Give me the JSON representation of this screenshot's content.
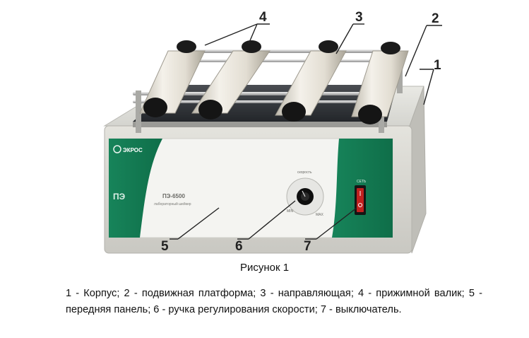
{
  "device": {
    "brand": "ЭКРОС",
    "model": "ПЭ-6500",
    "subtitle": "лабораторный шейкер",
    "logo": "ПЭ",
    "dial_title": "скорость",
    "dial_min": "MIN",
    "dial_max": "MAX",
    "switch_label": "СЕТЬ"
  },
  "callouts": [
    {
      "number": "1"
    },
    {
      "number": "2"
    },
    {
      "number": "3"
    },
    {
      "number": "4"
    },
    {
      "number": "5"
    },
    {
      "number": "6"
    },
    {
      "number": "7"
    }
  ],
  "caption": "Рисунок 1",
  "legend": "1 - Корпус; 2 - подвижная платформа; 3 - направляющая; 4 - прижимной валик; 5 - передняя панель; 6 - ручка регулирования скорости; 7 - выключатель."
}
